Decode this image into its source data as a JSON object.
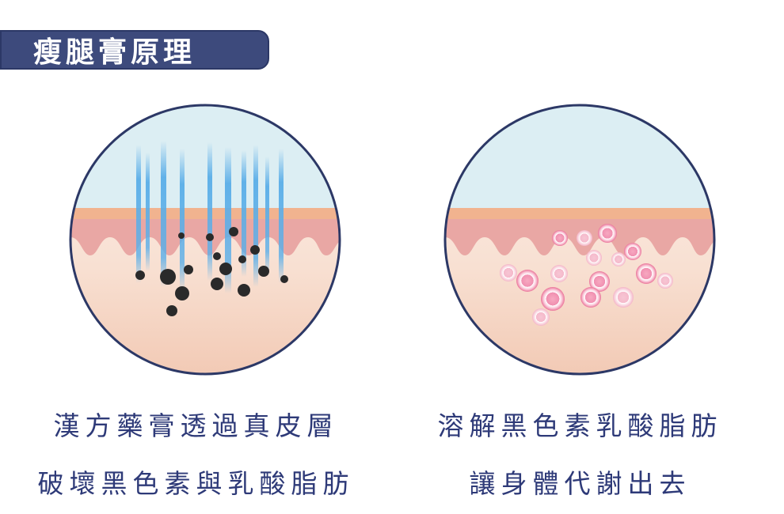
{
  "title": "瘦腿膏原理",
  "left_panel": {
    "caption_line1": "漢方藥膏透過真皮層",
    "caption_line2": "破壞黑色素與乳酸脂肪"
  },
  "right_panel": {
    "caption_line1": "溶解黑色素乳酸脂肪",
    "caption_line2": "讓身體代謝出去"
  },
  "colors": {
    "title_bg": "#3d4a7c",
    "caption_text": "#2e3a78",
    "circle_border": "#2c3866",
    "sky": "#dceef3",
    "skin_top": "#e9a7a4",
    "skin_tissue": "#f6dcd0",
    "ray_blue": "#5aaee8",
    "pigment": "#2a2a2a",
    "dissolved_cell": "#ec7ea0"
  }
}
